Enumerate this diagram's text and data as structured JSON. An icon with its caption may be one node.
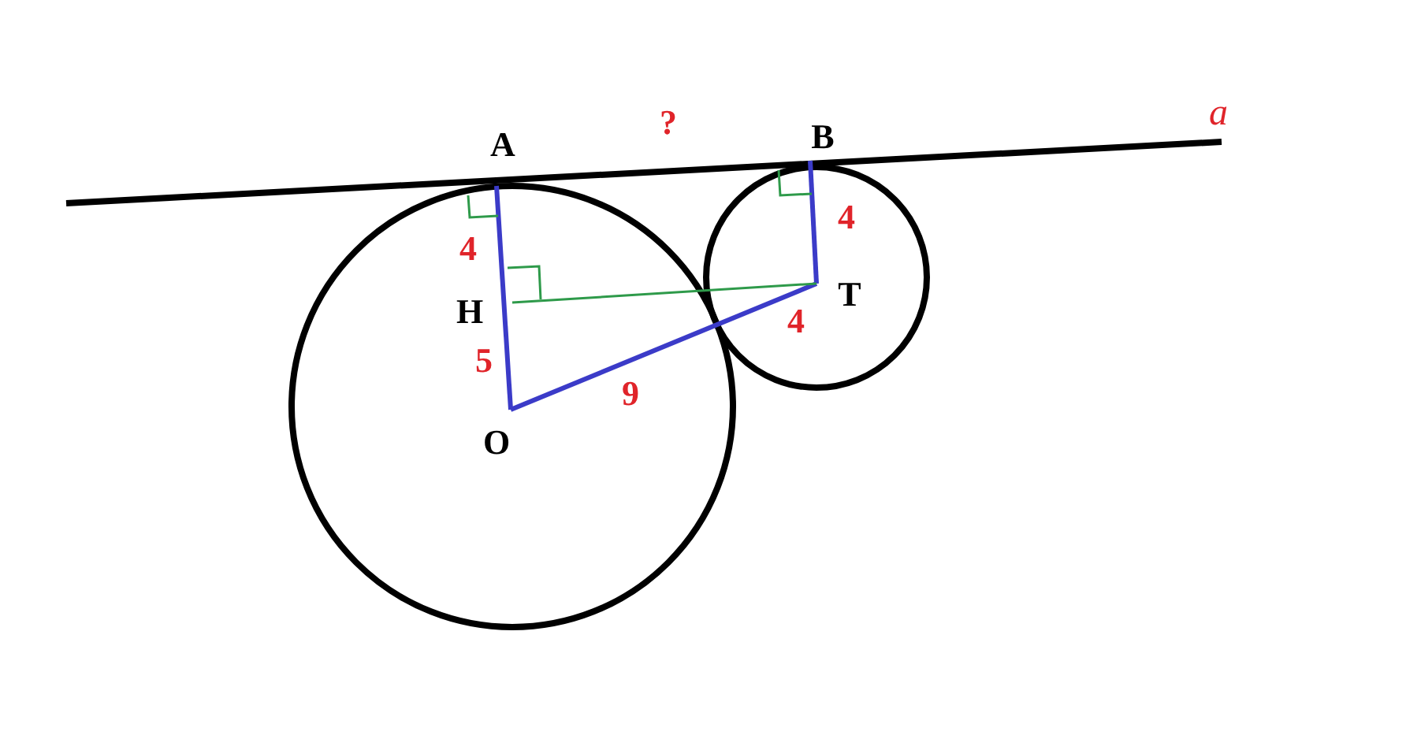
{
  "diagram": {
    "labels": [
      "A",
      "?",
      "B",
      "a",
      "4",
      "4",
      "H",
      "T",
      "5",
      "4",
      "9",
      "O"
    ]
  }
}
